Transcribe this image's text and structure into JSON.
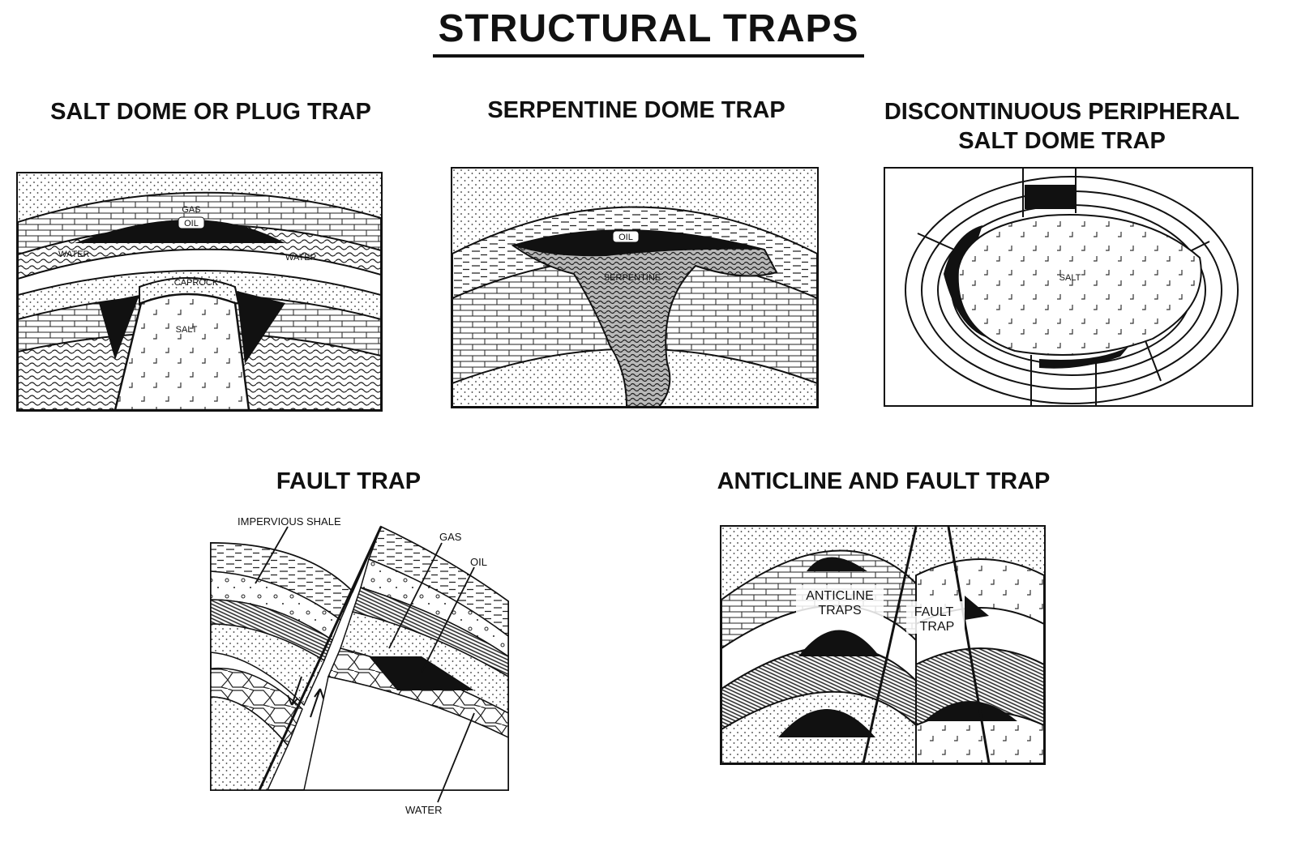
{
  "title": "STRUCTURAL TRAPS",
  "panels": {
    "salt_dome": {
      "title": "SALT DOME OR PLUG TRAP",
      "labels": {
        "gas": "GAS",
        "oil": "OIL",
        "water_left": "WATER",
        "water_right": "WATER",
        "caprock": "CAPROCK",
        "salt": "SALT"
      }
    },
    "serpentine": {
      "title": "SERPENTINE DOME TRAP",
      "labels": {
        "oil": "OIL",
        "serpentine": "SERPENTINE"
      }
    },
    "peripheral": {
      "title": "DISCONTINUOUS PERIPHERAL\nSALT DOME TRAP",
      "labels": {
        "salt": "SALT"
      }
    },
    "fault": {
      "title": "FAULT TRAP",
      "labels": {
        "impervious_shale": "IMPERVIOUS SHALE",
        "gas": "GAS",
        "oil": "OIL",
        "water": "WATER"
      }
    },
    "anticline_fault": {
      "title": "ANTICLINE AND FAULT TRAP",
      "labels": {
        "anticline_traps_1": "ANTICLINE",
        "anticline_traps_2": "TRAPS",
        "fault_trap_1": "FAULT",
        "fault_trap_2": "TRAP"
      }
    }
  }
}
